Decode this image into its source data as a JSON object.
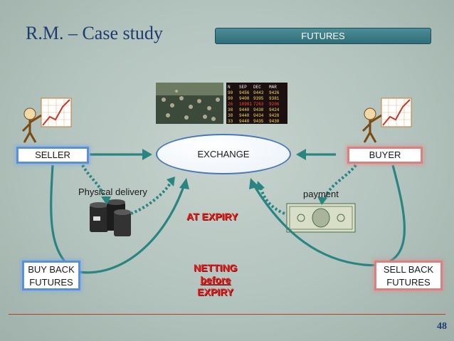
{
  "header": {
    "title": "R.M. – Case study",
    "badge": "FUTURES"
  },
  "nodes": {
    "seller": "SELLER",
    "buyer": "BUYER",
    "exchange": "EXCHANGE",
    "buy_back": [
      "BUY BACK",
      "FUTURES"
    ],
    "sell_back": [
      "SELL BACK",
      "FUTURES"
    ]
  },
  "labels": {
    "physical_delivery": "Physical delivery",
    "payment": "payment",
    "at_expiry": "AT EXPIRY",
    "netting": [
      "NETTING",
      "before",
      "EXPIRY"
    ]
  },
  "exchange_board_rows": [
    [
      "N",
      "SEP",
      "DEC",
      "MAR"
    ],
    [
      "90",
      "9456",
      "9443",
      "9426"
    ],
    [
      "90",
      "9400",
      "9395",
      "9381"
    ],
    [
      "26",
      "10981",
      "7263",
      "9206"
    ],
    [
      "38",
      "9440",
      "9430",
      "9424"
    ],
    [
      "38",
      "9440",
      "9434",
      "9428"
    ],
    [
      "33",
      "9440",
      "9435",
      "9430"
    ]
  ],
  "page_number": "48",
  "colors": {
    "arrow": "#2a8580",
    "title": "#1f3c6e",
    "red_text": "#e0201c"
  }
}
